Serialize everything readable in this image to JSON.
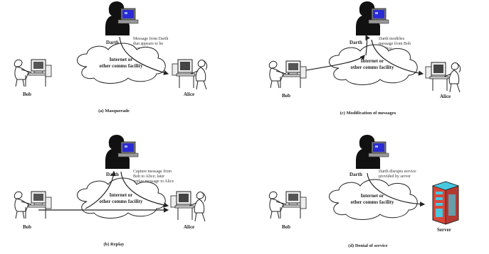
{
  "panels": [
    {
      "id": "a",
      "caption": "(a) Masquerade",
      "attacker": "Darth",
      "sender": "Bob",
      "receiver": "Alice",
      "cloud_line1": "Internet or",
      "cloud_line2": "other comms facility",
      "note_lines": [
        "Message from Darth",
        "that appears to be",
        "from Bob"
      ]
    },
    {
      "id": "c",
      "caption": "(c) Modification of messages",
      "attacker": "Darth",
      "sender": "Bob",
      "receiver": "Alice",
      "cloud_line1": "Internet or",
      "cloud_line2": "other comms facility",
      "note_lines": [
        "Darth modifies",
        "message from Bob",
        "to Alice"
      ]
    },
    {
      "id": "b",
      "caption": "(b) Replay",
      "attacker": "Darth",
      "sender": "Bob",
      "receiver": "Alice",
      "cloud_line1": "Internet or",
      "cloud_line2": "other comms facility",
      "note_lines": [
        "Capture message from",
        "Bob to Alice; later",
        "replay message to Alice"
      ]
    },
    {
      "id": "d",
      "caption": "(d) Denial of service",
      "attacker": "Darth",
      "sender": "Bob",
      "receiver": "Server",
      "cloud_line1": "Internet or",
      "cloud_line2": "other comms facility",
      "note_lines": [
        "Darth disrupts service",
        "provided by server"
      ]
    }
  ],
  "colors": {
    "screen_blue": "#2b2bd6",
    "server_red": "#d9453a",
    "server_cyan": "#47c7e0",
    "ink": "#222222"
  }
}
